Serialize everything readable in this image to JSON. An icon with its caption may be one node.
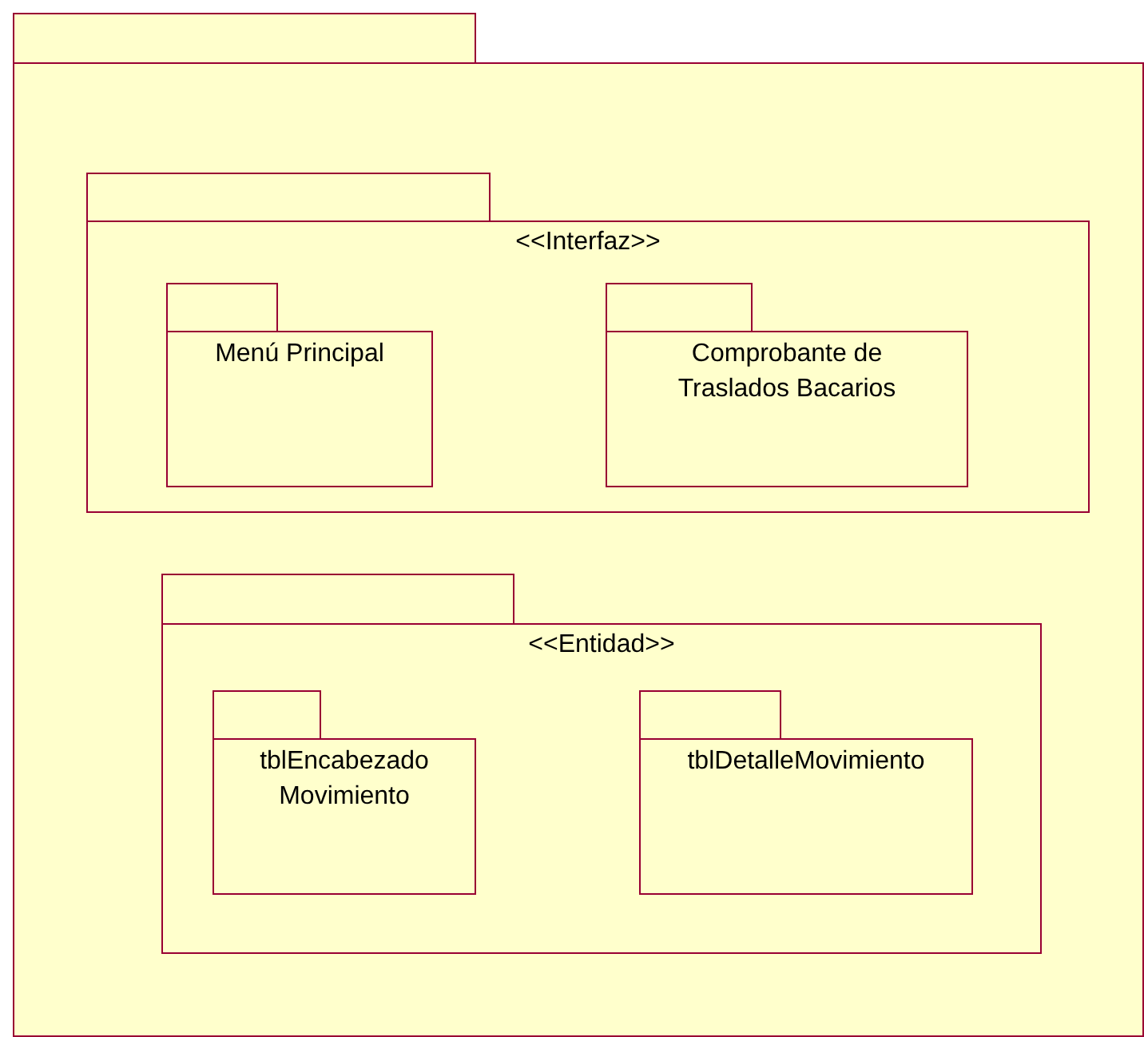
{
  "diagram": {
    "nodes": [
      {
        "text": [],
        "shape": "folder"
      },
      {
        "text": [
          "<<Interfaz>>"
        ],
        "in": 0
      },
      {
        "text": [
          "Menú Principal"
        ],
        "in": 1
      },
      {
        "text": [
          "Comprobante de Traslados Bacarios"
        ],
        "in": 1
      },
      {
        "text": [
          "<<Entidad>>"
        ],
        "in": 0
      },
      {
        "text": [
          "tblEncabezado Movimiento"
        ],
        "in": 4
      },
      {
        "text": [
          "tblDetalleMovimiento"
        ],
        "in": 4
      }
    ]
  }
}
